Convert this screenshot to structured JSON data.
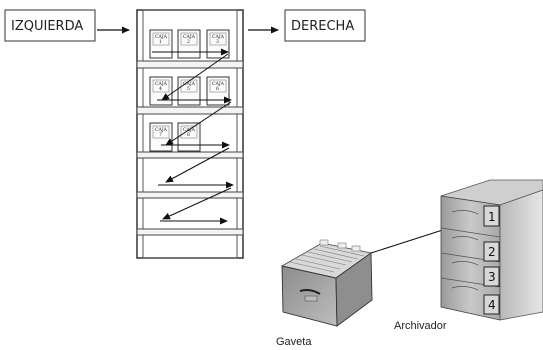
{
  "labels": {
    "left": "IZQUIERDA",
    "right": "DERECHA",
    "cabinet": "Archivador",
    "drawer": "Gaveta"
  },
  "shelf_boxes": [
    {
      "title": "CAJA",
      "number": "1"
    },
    {
      "title": "CAJA",
      "number": "2"
    },
    {
      "title": "CAJA",
      "number": "3"
    },
    {
      "title": "CAJA",
      "number": "4"
    },
    {
      "title": "CAJA",
      "number": "5"
    },
    {
      "title": "CAJA",
      "number": "6"
    },
    {
      "title": "CAJA",
      "number": "7"
    },
    {
      "title": "CAJA",
      "number": "8"
    }
  ],
  "cabinet_drawers": [
    "1",
    "2",
    "3",
    "4"
  ]
}
